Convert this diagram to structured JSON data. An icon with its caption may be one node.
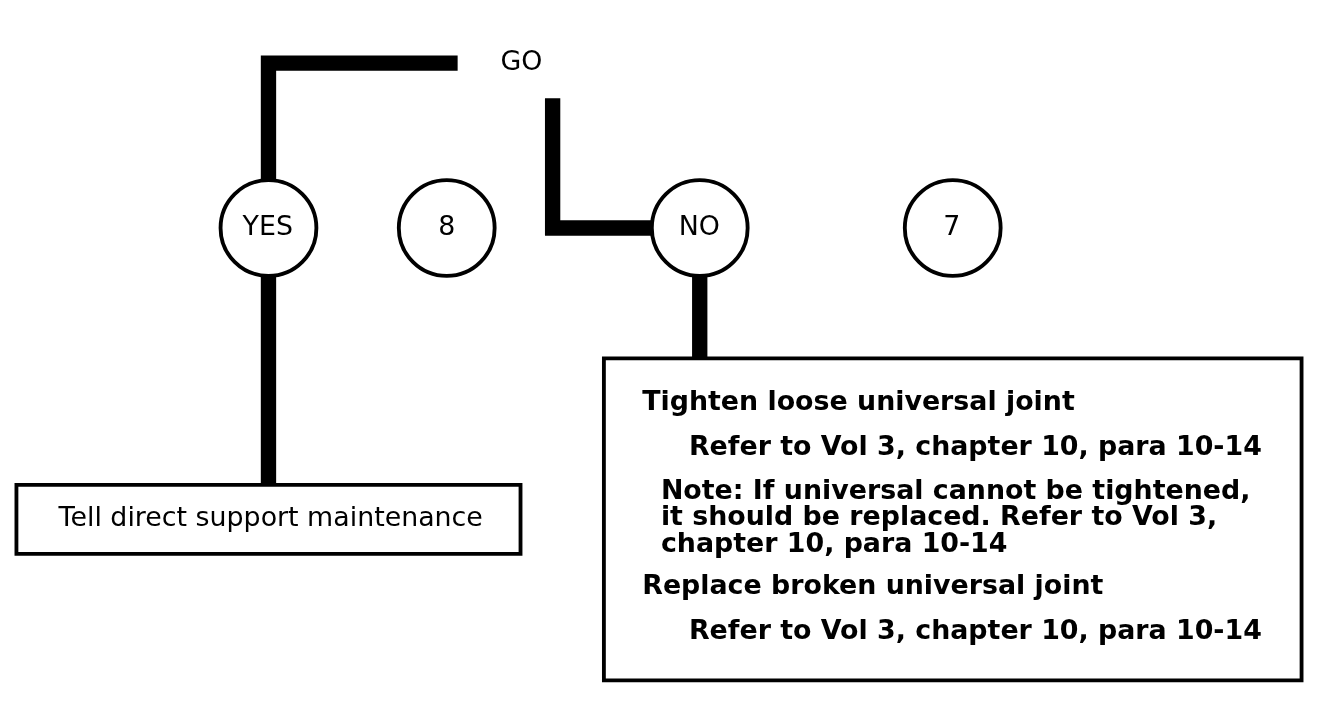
{
  "diagram": {
    "nodes": [
      {
        "text": [
          "GO"
        ]
      },
      {
        "text": [
          "YES"
        ]
      },
      {
        "text": [
          "NO"
        ]
      },
      {
        "text": [
          "7"
        ]
      },
      {
        "text": [
          "Tighten loose universal joint",
          "Refer to Vol 3, chapter 10, para 10-14",
          "Note: If universal cannot be tightened, it should be replaced. Refer to Vol 3, chapter 10, para 10-14",
          "Replace broken universal joint",
          "Refer to Vol 3, chapter 10, para 10-14"
        ]
      },
      {
        "text": [
          "8"
        ]
      },
      {
        "text": [
          "Tell direct support maintenance"
        ]
      }
    ],
    "edges": [
      {
        "from": 0,
        "to": 1,
        "arrow": "none"
      },
      {
        "from": 0,
        "to": 2,
        "arrow": "none"
      },
      {
        "from": 2,
        "to": 4,
        "arrow": "none"
      },
      {
        "from": 1,
        "to": 6,
        "arrow": "none"
      }
    ]
  }
}
